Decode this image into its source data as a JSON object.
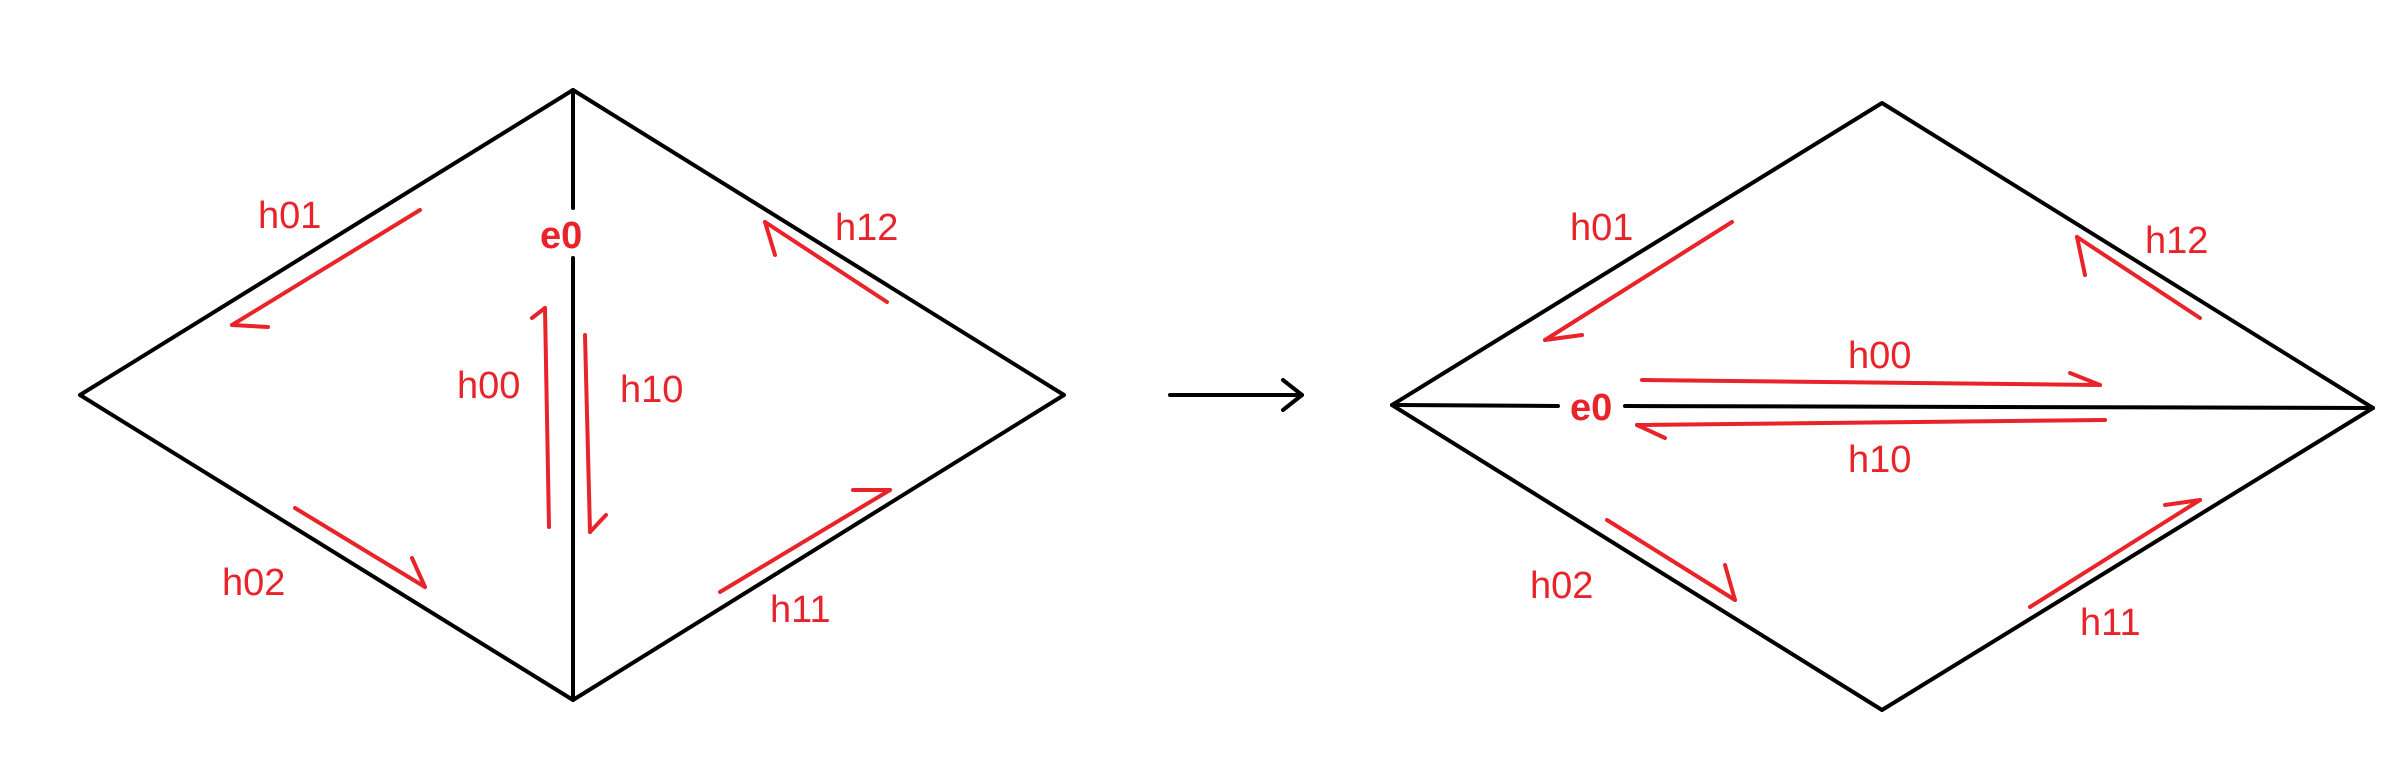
{
  "colors": {
    "edge": "#000000",
    "half_edge": "#e8232a"
  },
  "before": {
    "edge_label": "e0",
    "half_edge_labels": {
      "h01": "h01",
      "h02": "h02",
      "h00": "h00",
      "h10": "h10",
      "h11": "h11",
      "h12": "h12"
    }
  },
  "after": {
    "edge_label": "e0",
    "half_edge_labels": {
      "h01": "h01",
      "h02": "h02",
      "h00": "h00",
      "h10": "h10",
      "h11": "h11",
      "h12": "h12"
    }
  }
}
